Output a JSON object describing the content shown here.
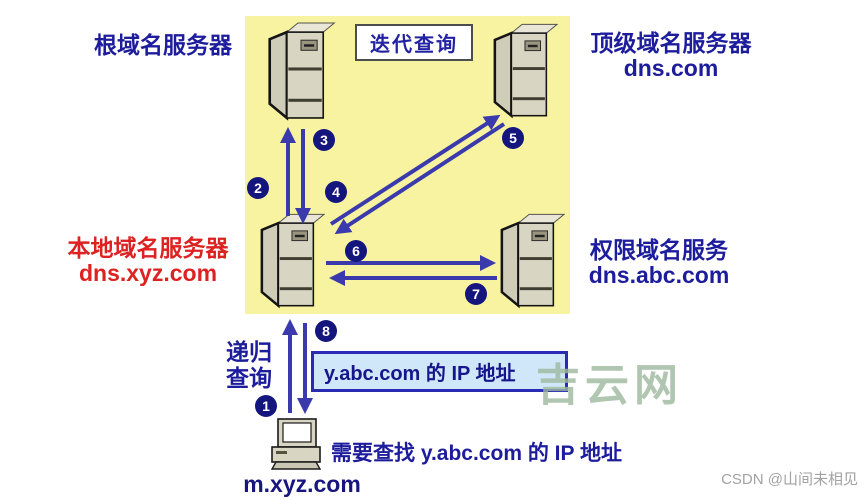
{
  "diagram": {
    "title": "迭代查询",
    "servers": {
      "root": {
        "name": "根域名服务器"
      },
      "tld": {
        "name": "顶级域名服务器",
        "domain": "dns.com"
      },
      "local": {
        "name": "本地域名服务器",
        "domain": "dns.xyz.com"
      },
      "auth": {
        "name": "权限域名服务",
        "domain": "dns.abc.com"
      }
    },
    "recursive_label": {
      "line1": "递归",
      "line2": "查询"
    },
    "ip_box": "y.abc.com 的 IP 地址",
    "host": {
      "name": "m.xyz.com",
      "note": "需要查找 y.abc.com 的 IP 地址"
    },
    "steps": [
      "1",
      "2",
      "3",
      "4",
      "5",
      "6",
      "7",
      "8"
    ]
  },
  "watermark": {
    "site": "吉云网",
    "credit": "CSDN @山间未相见"
  },
  "colors": {
    "canvas_yellow": "#F7F3A0",
    "arrow_blue": "#3A3AAC",
    "badge_navy": "#15157E",
    "label_blue": "#1C1C9C",
    "label_red": "#DD2222",
    "ip_box_bg": "#CFE7F8",
    "ip_box_border": "#2A2AB5",
    "server_beige": "#D8D5C2",
    "watermark_green": "#9EB89E"
  }
}
